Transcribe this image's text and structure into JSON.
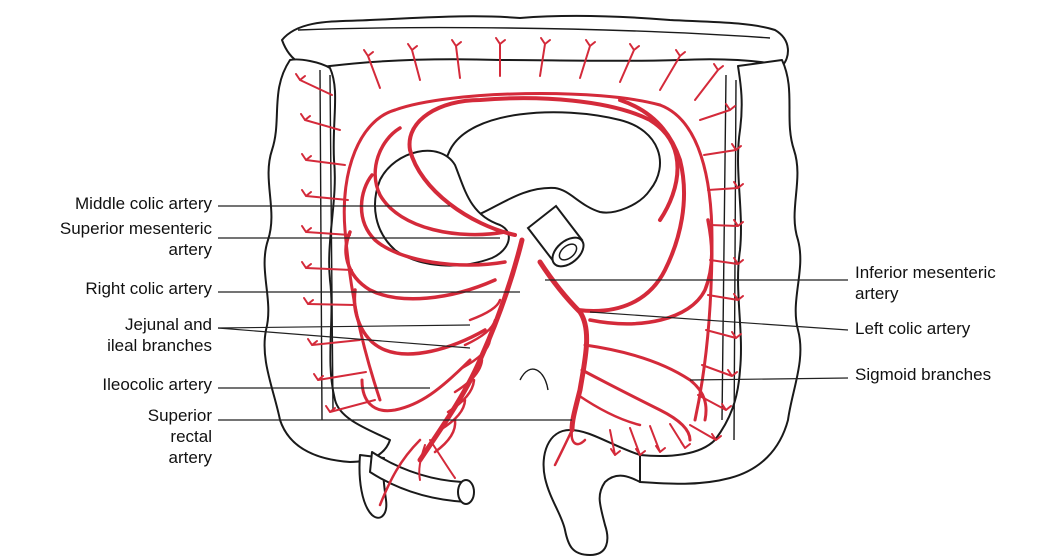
{
  "diagram": {
    "vessel_color": "#d42a3a",
    "labels": {
      "middle_colic": "Middle colic artery",
      "superior_mesenteric": [
        "Superior mesenteric",
        "artery"
      ],
      "right_colic": "Right colic artery",
      "jejunal_ileal": [
        "Jejunal and",
        "ileal branches"
      ],
      "ileocolic": "Ileocolic artery",
      "superior_rectal": [
        "Superior",
        "rectal",
        "artery"
      ],
      "inferior_mesenteric": [
        "Inferior mesenteric",
        "artery"
      ],
      "left_colic": "Left colic artery",
      "sigmoid": "Sigmoid branches"
    }
  }
}
